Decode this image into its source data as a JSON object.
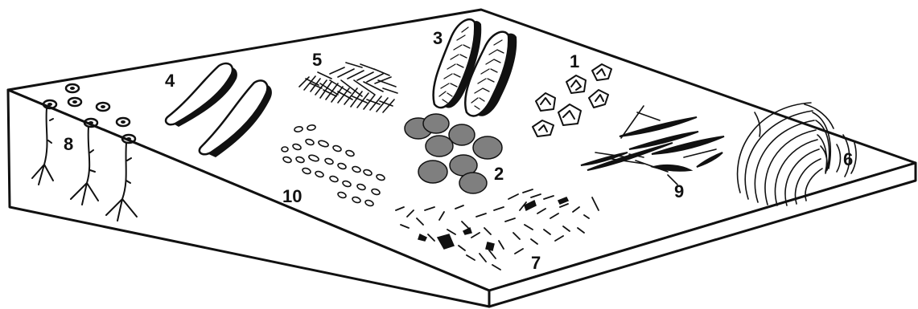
{
  "labels": {
    "l1": "1",
    "l2": "2",
    "l3": "3",
    "l4": "4",
    "l5": "5",
    "l6": "6",
    "l7": "7",
    "l8": "8",
    "l9": "9",
    "l10": "10"
  },
  "colors": {
    "stroke": "#111111",
    "grey_fill": "#7f7f7f",
    "white": "#ffffff"
  }
}
